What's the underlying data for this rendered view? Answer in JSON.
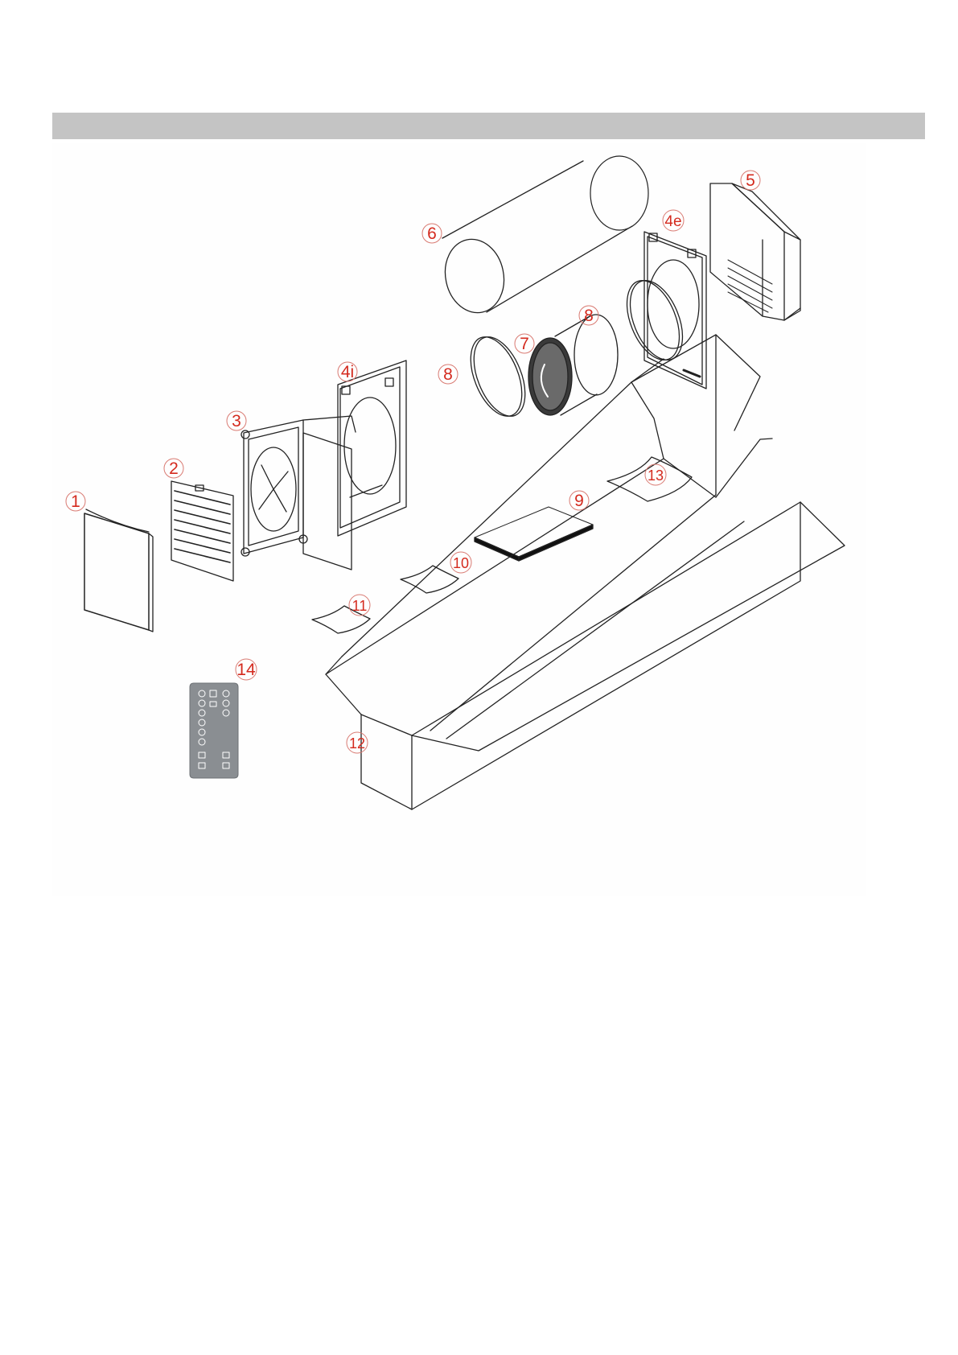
{
  "colors": {
    "header_bar": "#c4c4c4",
    "callout_text": "#d42a1e",
    "callout_ring": "#d97a72",
    "line_art": "#222222",
    "remote_body": "#8a8e92"
  },
  "callouts": [
    {
      "id": "1",
      "text": "1",
      "part": "front-cover"
    },
    {
      "id": "2",
      "text": "2",
      "part": "inner-grille"
    },
    {
      "id": "3",
      "text": "3",
      "part": "fan-unit"
    },
    {
      "id": "4i",
      "text": "4i",
      "part": "inner-mounting-plate"
    },
    {
      "id": "4e",
      "text": "4e",
      "part": "outer-mounting-plate"
    },
    {
      "id": "5",
      "text": "5",
      "part": "outer-hood"
    },
    {
      "id": "6",
      "text": "6",
      "part": "duct-tube"
    },
    {
      "id": "7",
      "text": "7",
      "part": "heat-exchanger"
    },
    {
      "id": "8a",
      "text": "8",
      "part": "sealing-ring"
    },
    {
      "id": "8b",
      "text": "8",
      "part": "sealing-ring"
    },
    {
      "id": "9",
      "text": "9",
      "part": "filter-pad"
    },
    {
      "id": "10",
      "text": "10",
      "part": "leaflet"
    },
    {
      "id": "11",
      "text": "11",
      "part": "leaflet"
    },
    {
      "id": "12",
      "text": "12",
      "part": "packaging-box"
    },
    {
      "id": "13",
      "text": "13",
      "part": "leaflet"
    },
    {
      "id": "14",
      "text": "14",
      "part": "remote-control"
    }
  ]
}
